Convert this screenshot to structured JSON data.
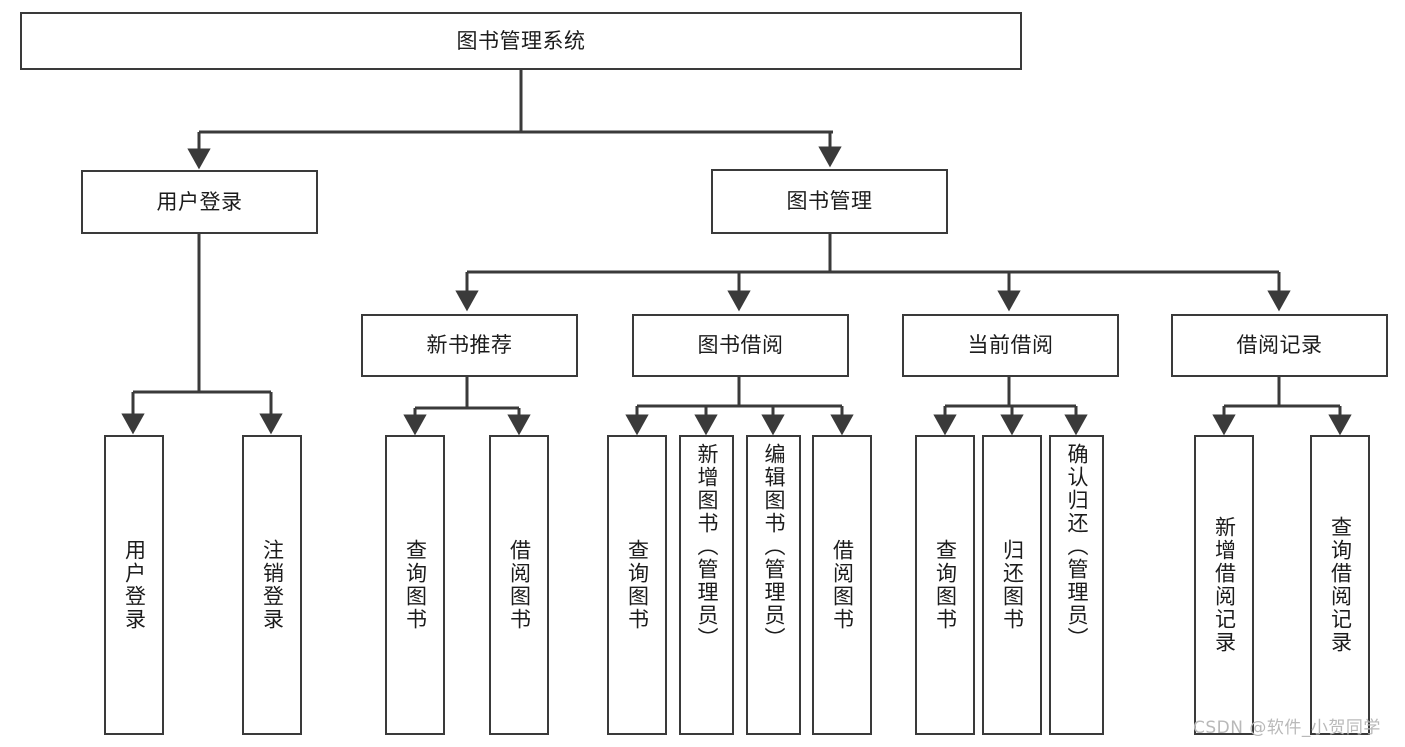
{
  "diagram": {
    "type": "tree-hierarchy",
    "title": "图书管理系统",
    "root": {
      "id": "root",
      "label": "图书管理系统"
    },
    "level1": [
      {
        "id": "user-login",
        "label": "用户登录"
      },
      {
        "id": "book-manage",
        "label": "图书管理"
      }
    ],
    "level2": [
      {
        "id": "new-book-rec",
        "label": "新书推荐",
        "parent": "book-manage"
      },
      {
        "id": "book-borrow",
        "label": "图书借阅",
        "parent": "book-manage"
      },
      {
        "id": "current-borrow",
        "label": "当前借阅",
        "parent": "book-manage"
      },
      {
        "id": "borrow-record",
        "label": "借阅记录",
        "parent": "book-manage"
      }
    ],
    "leaves": [
      {
        "id": "leaf-user-login",
        "label": "用户登录",
        "parent": "user-login"
      },
      {
        "id": "leaf-logout",
        "label": "注销登录",
        "parent": "user-login"
      },
      {
        "id": "leaf-query-book-1",
        "label": "查询图书",
        "parent": "new-book-rec"
      },
      {
        "id": "leaf-borrow-book-1",
        "label": "借阅图书",
        "parent": "new-book-rec"
      },
      {
        "id": "leaf-query-book-2",
        "label": "查询图书",
        "parent": "book-borrow"
      },
      {
        "id": "leaf-add-book",
        "label": "新增图书（管理员）",
        "parent": "book-borrow"
      },
      {
        "id": "leaf-edit-book",
        "label": "编辑图书（管理员）",
        "parent": "book-borrow"
      },
      {
        "id": "leaf-borrow-book-2",
        "label": "借阅图书",
        "parent": "book-borrow"
      },
      {
        "id": "leaf-query-book-3",
        "label": "查询图书",
        "parent": "current-borrow"
      },
      {
        "id": "leaf-return-book",
        "label": "归还图书",
        "parent": "current-borrow"
      },
      {
        "id": "leaf-confirm-return",
        "label": "确认归还（管理员）",
        "parent": "current-borrow"
      },
      {
        "id": "leaf-add-record",
        "label": "新增借阅记录",
        "parent": "borrow-record"
      },
      {
        "id": "leaf-query-record",
        "label": "查询借阅记录",
        "parent": "borrow-record"
      }
    ],
    "colors": {
      "box_border": "#3a3a3a",
      "box_fill": "#ffffff",
      "edge": "#3a3a3a",
      "text": "#1c1c1c",
      "background": "#ffffff",
      "watermark": "#b9b9b9"
    }
  },
  "watermark": {
    "text": "CSDN @软件_小贺同学"
  }
}
